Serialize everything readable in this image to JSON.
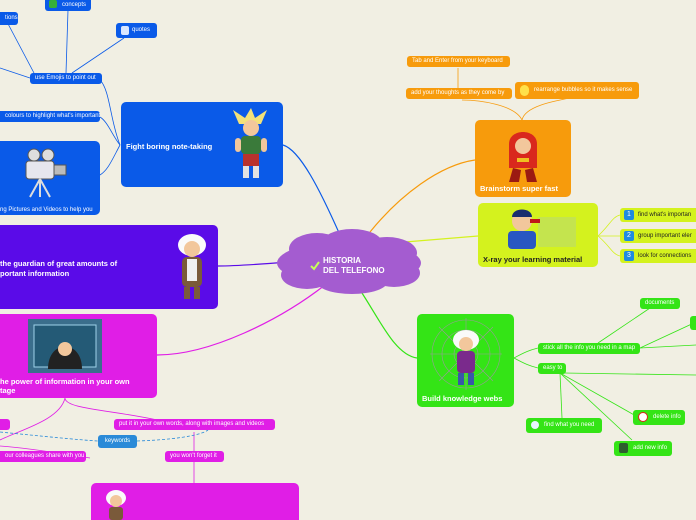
{
  "center": {
    "title_line1": "HISTORIA",
    "title_line2": "DEL TELEFONO"
  },
  "branches": {
    "fight": {
      "title": "Fight boring note-taking",
      "emoji_label": "use Emojis to point out",
      "colours_label": "colours to highlight what's important",
      "concepts_label": "concepts",
      "quotes_label": "quotes",
      "questions_label": "tions",
      "pictures_label": "ng Pictures and Videos to help you"
    },
    "guardian": {
      "title_line1": "the guardian of great amounts of",
      "title_line2": "portant information"
    },
    "power": {
      "title_line1": "he power of information in your own",
      "title_line2": "tage",
      "keywords_label": "keywords",
      "own_words_label": "put it in your own words, along with images and videos",
      "colleagues_label": "our colleagues share with you",
      "forget_label": "you won't forget it"
    },
    "brainstorm": {
      "title": "Brainstorm super fast",
      "tab_label": "Tab and Enter from your keyboard",
      "add_label": "add your thoughts as they come by",
      "rearrange_label": "rearrange bubbles so it makes sense"
    },
    "xray": {
      "title": "X-ray your learning material",
      "item1": "find what's importan",
      "item2": "group important eler",
      "item3": "look for connections",
      "num1": "1",
      "num2": "2",
      "num3": "3"
    },
    "webs": {
      "title": "Build knowledge webs",
      "stick_label": "stick all the info you need in a map",
      "documents_label": "documents",
      "easy_label": "easy to",
      "find_label": "find what you need",
      "delete_label": "delete info",
      "add_label": "add new info"
    }
  },
  "colors": {
    "background": "#f1efe3",
    "blue": "#0a5ae8",
    "purple": "#5a0be8",
    "magenta": "#e01ee6",
    "orange": "#f79b0c",
    "lime": "#d4f21e",
    "green": "#34e416",
    "cloud": "#a45cd0"
  }
}
